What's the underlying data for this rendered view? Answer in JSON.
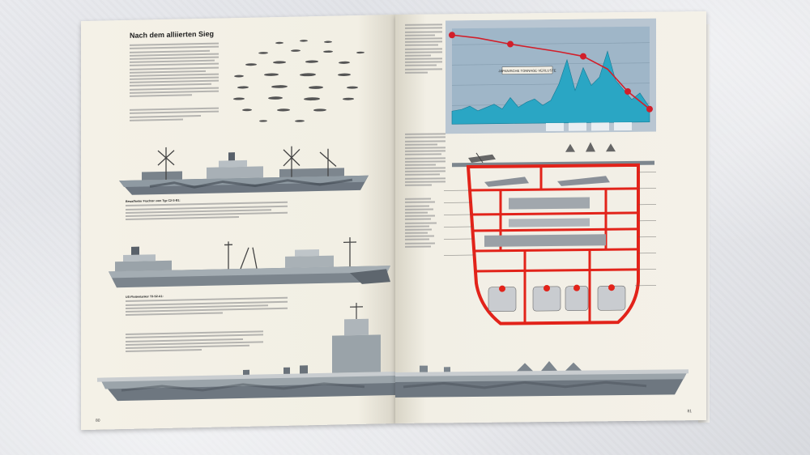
{
  "left_page": {
    "heading": "Nach dem alliierten Sieg",
    "caption_freighter": "Bewaffneter Frachter vom Typ C2-S-B1:",
    "caption_carrier": "US-Flottentanker T3-S2-A1:",
    "page_number": "80"
  },
  "right_page": {
    "chart_title": "Japanische Tonnage-Verluste",
    "chart_label": "JAPANISCHE TONNAGE-VERLUSTE",
    "page_number": "81"
  },
  "colors": {
    "chart_bg": "#9fb6c8",
    "chart_fill": "#2aa6c4",
    "chart_line": "#d21f2a",
    "cutaway_red": "#e2231a",
    "paper": "#f3f0e6"
  }
}
